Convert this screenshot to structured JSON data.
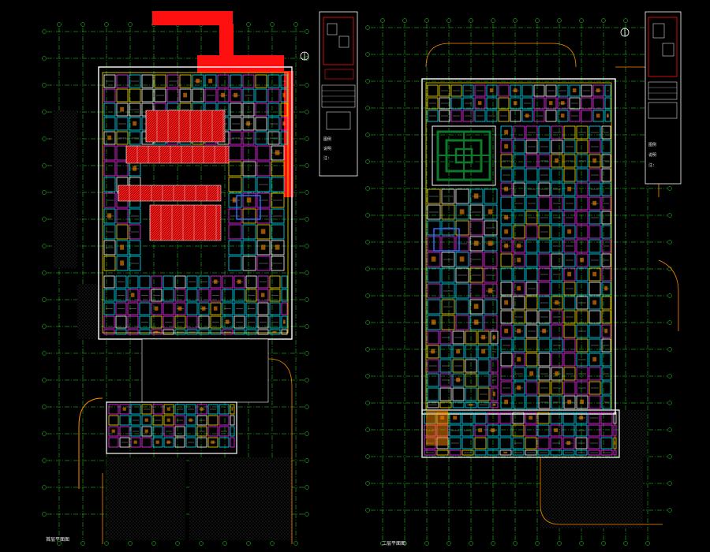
{
  "colors": {
    "background": "#000000",
    "grid": "#20e020",
    "wall": "#ffffff",
    "cyan": "#00e5ff",
    "magenta": "#ff2cff",
    "yellow": "#ffe000",
    "red": "#ff1010",
    "orange": "#ff8a00",
    "blue": "#2f6bff",
    "green_dark": "#0c7a2a",
    "ground_pattern": "#3b3b3b"
  },
  "sheets": [
    {
      "id": "left-plan",
      "caption": "首层平面图"
    },
    {
      "id": "right-plan",
      "caption": "二层平面图"
    }
  ],
  "legend_panels": [
    {
      "id": "legend-left",
      "lines": [
        "图例",
        "说明",
        "注:"
      ]
    },
    {
      "id": "legend-right",
      "lines": [
        "图例",
        "说明",
        "注:"
      ]
    }
  ],
  "north_symbols": [
    "north-arrow-left",
    "north-arrow-right"
  ]
}
